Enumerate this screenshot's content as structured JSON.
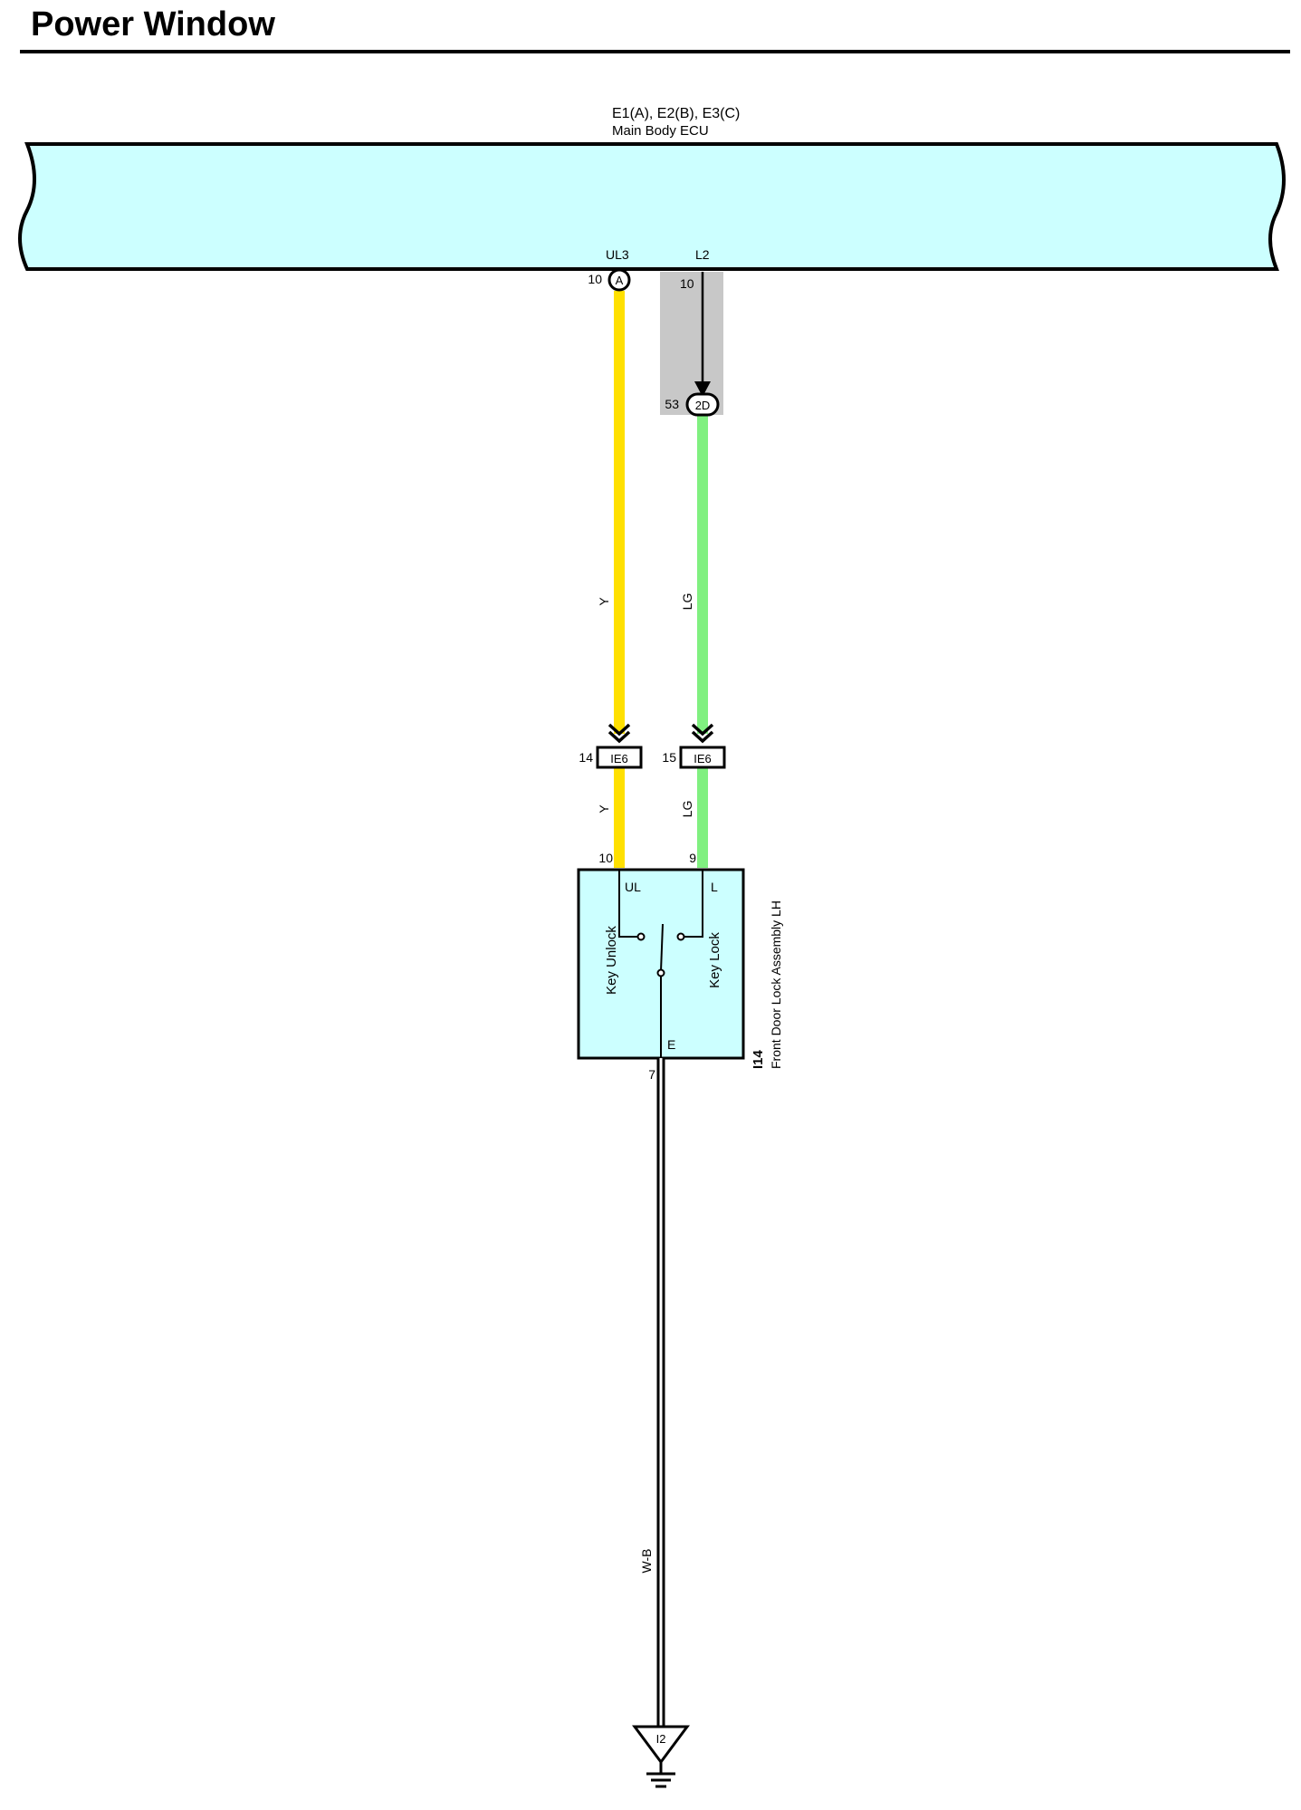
{
  "title": "Power Window",
  "ecu": {
    "connectors_label": "E1(A), E2(B), E3(C)",
    "name": "Main Body ECU",
    "fill_color": "#ccffff"
  },
  "pins": {
    "ul3_name": "UL3",
    "ul3_pin": "10",
    "ul3_connector": "A",
    "l2_name": "L2",
    "l2_pin": "10",
    "junction_pin": "53",
    "junction_connector": "2D"
  },
  "wires": {
    "yellow_color_code": "Y",
    "yellow_color": "#ffe000",
    "green_color_code": "LG",
    "green_color": "#80f080",
    "ground_color_code": "W-B"
  },
  "inline_connectors": {
    "left_pin": "14",
    "left_id": "IE6",
    "right_pin": "15",
    "right_id": "IE6"
  },
  "switch_assembly": {
    "id": "I14",
    "name": "Front Door Lock Assembly LH",
    "pin_ul": "10",
    "pin_l": "9",
    "pin_e": "7",
    "terminal_ul": "UL",
    "terminal_l": "L",
    "terminal_e": "E",
    "contact_unlock": "Key Unlock",
    "contact_lock": "Key Lock",
    "fill_color": "#ccffff"
  },
  "ground": {
    "id": "I2"
  }
}
